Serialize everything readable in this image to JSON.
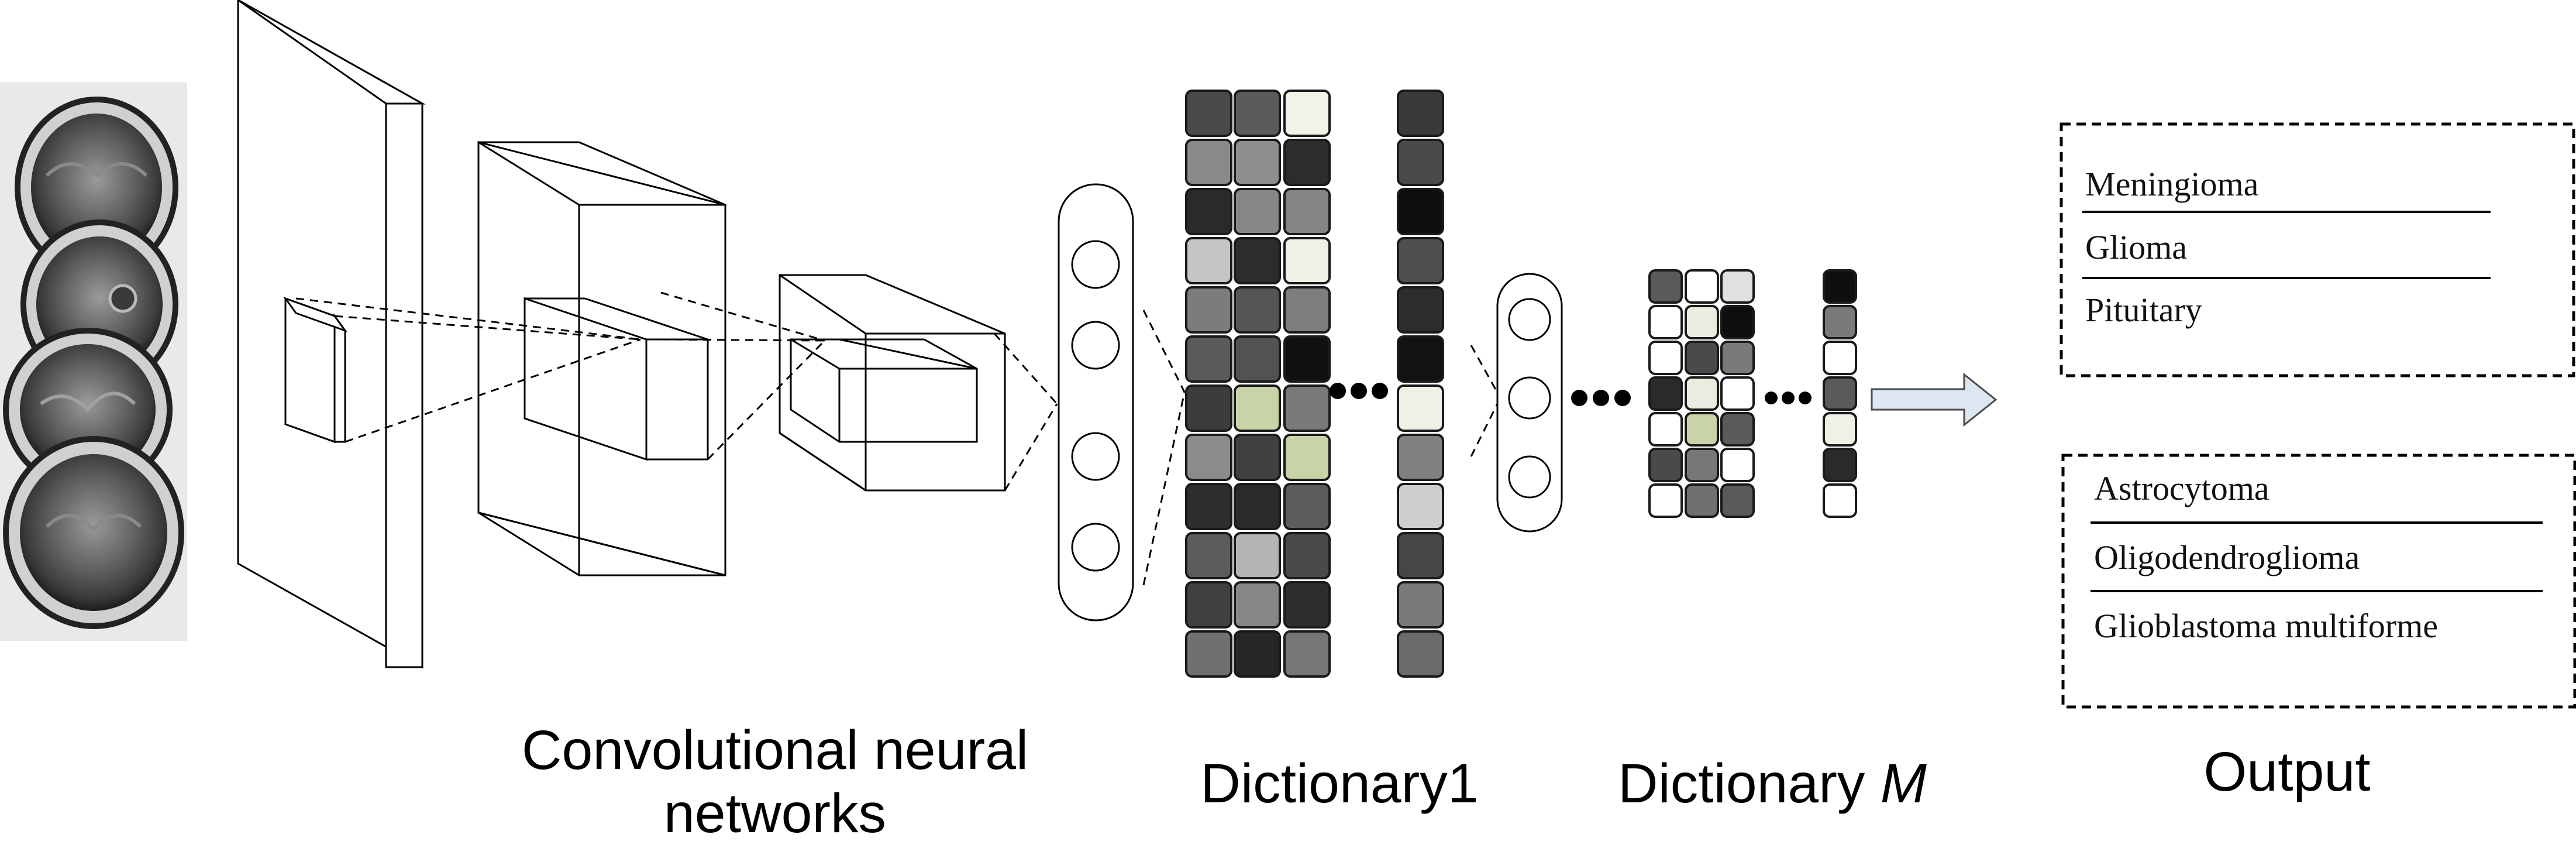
{
  "captions": {
    "cnn_line1": "Convolutional neural",
    "cnn_line2": "networks",
    "dict1": "Dictionary1",
    "dictM_prefix": "Dictionary ",
    "dictM_var": "M",
    "output": "Output"
  },
  "output_box_1": {
    "items": [
      "Meningioma",
      "Glioma",
      "Pituitary"
    ]
  },
  "output_box_2": {
    "items": [
      "Astrocytoma",
      "Oligodendroglioma",
      "Glioblastoma multiforme"
    ]
  },
  "colors": {
    "stroke": "#000000",
    "accent_cell": "#c8d3a8",
    "arrow_fill": "#dde7f2"
  },
  "dictionary1": {
    "columns": [
      [
        "#4a4a4a",
        "#8a8a8a",
        "#2a2a2a",
        "#c4c4c4",
        "#7c7c7c",
        "#5a5a5a",
        "#3c3c3c",
        "#8c8c8c",
        "#2e2e2e",
        "#5c5c5c",
        "#404040",
        "#707070"
      ],
      [
        "#5a5a5a",
        "#8e8e8e",
        "#878787",
        "#2c2c2c",
        "#555555",
        "#525252",
        "#c8d3a8",
        "#404040",
        "#2a2a2a",
        "#b5b5b5",
        "#878787",
        "#262626"
      ],
      [
        "#f0f4e8",
        "#2c2c2c",
        "#858585",
        "#eef2e6",
        "#7e7e7e",
        "#101010",
        "#7a7a7a",
        "#c8d3a8",
        "#5c5c5c",
        "#4a4a4a",
        "#2e2e2e",
        "#767676"
      ],
      [
        "#3a3a3a",
        "#4a4a4a",
        "#0e0e0e",
        "#4f4f4f",
        "#2c2c2c",
        "#121212",
        "#eef2e6",
        "#808080",
        "#cfcfcf",
        "#464646",
        "#7a7a7a",
        "#6a6a6a"
      ]
    ]
  },
  "dictionaryM": {
    "columns": [
      [
        "#5a5a5a",
        "#ffffff",
        "#ffffff",
        "#2a2a2a",
        "#ffffff",
        "#4a4a4a",
        "#ffffff"
      ],
      [
        "#ffffff",
        "#e8ede0",
        "#4a4a4a",
        "#e8ede0",
        "#c8d3a8",
        "#777777",
        "#707070"
      ],
      [
        "#e0e0e0",
        "#0e0e0e",
        "#7a7a7a",
        "#ffffff",
        "#5a5a5a",
        "#ffffff",
        "#5a5a5a"
      ],
      [
        "#0e0e0e",
        "#7a7a7a",
        "#ffffff",
        "#5a5a5a",
        "#eef2e6",
        "#2a2a2a",
        "#ffffff"
      ]
    ]
  },
  "mri_slices": 4,
  "fc_nodes": 4,
  "small_fc_nodes": 3
}
